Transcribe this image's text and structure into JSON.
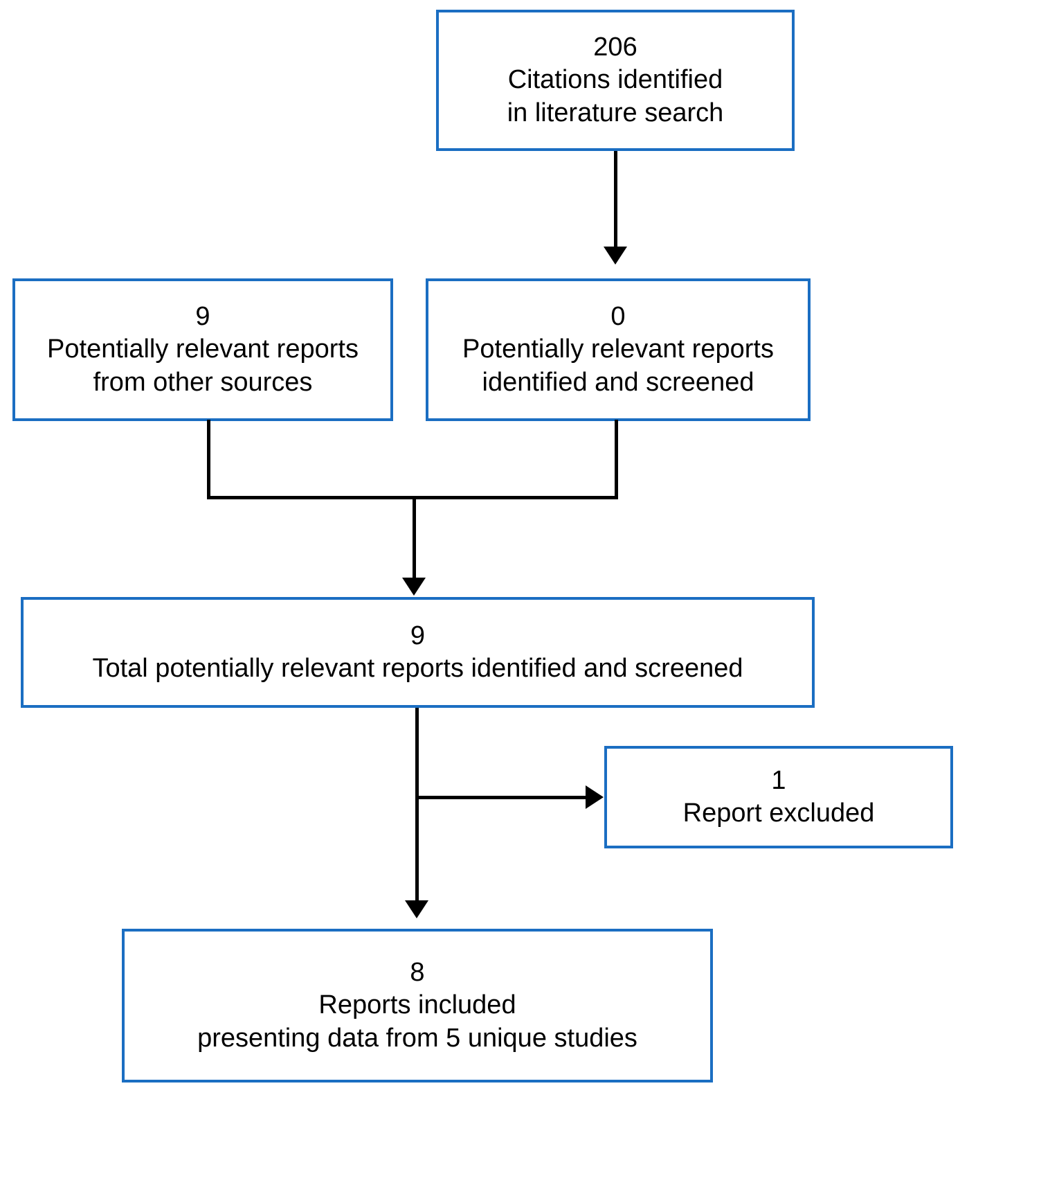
{
  "diagram": {
    "type": "prisma-flow-diagram",
    "accent_color": "#1b6ec2",
    "connector_color": "#000000",
    "background_color": "#ffffff",
    "boxes": [
      {
        "id": "citations",
        "count": "206",
        "line1": "Citations identified",
        "line2": "in literature search"
      },
      {
        "id": "other-sources",
        "count": "9",
        "line1": "Potentially relevant reports",
        "line2": "from other sources"
      },
      {
        "id": "identified-screened",
        "count": "0",
        "line1": "Potentially relevant reports",
        "line2": "identified and screened"
      },
      {
        "id": "total-screened",
        "count": "9",
        "line1": "Total potentially relevant reports identified and screened",
        "line2": ""
      },
      {
        "id": "report-excluded",
        "count": "1",
        "line1": "Report excluded",
        "line2": ""
      },
      {
        "id": "reports-included",
        "count": "8",
        "line1": "Reports included",
        "line2": "presenting data from 5 unique studies"
      }
    ],
    "connectors": [
      {
        "id": "citations-to-screened",
        "icon": "arrow-down-icon"
      },
      {
        "id": "other-sources-to-merge",
        "icon": "elbow-connector-icon"
      },
      {
        "id": "screened-to-merge",
        "icon": "elbow-connector-icon"
      },
      {
        "id": "merge-to-total",
        "icon": "arrow-down-icon"
      },
      {
        "id": "total-to-excluded",
        "icon": "arrow-right-icon"
      },
      {
        "id": "total-to-included",
        "icon": "arrow-down-icon"
      }
    ]
  }
}
